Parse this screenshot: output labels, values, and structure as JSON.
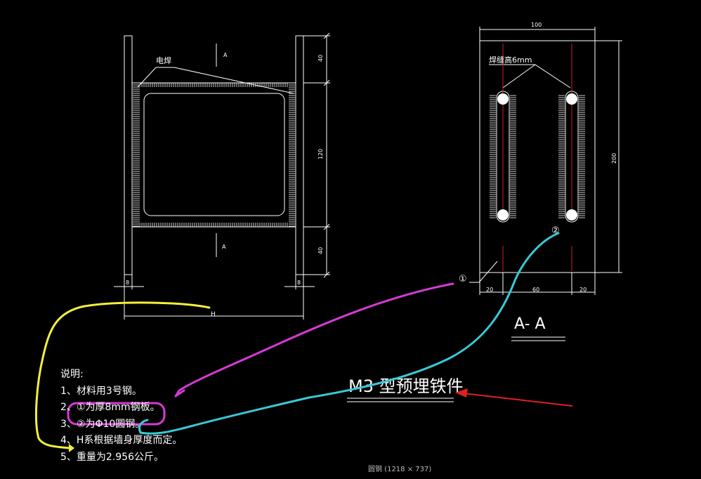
{
  "front_view": {
    "weld_label": "电焊",
    "section_mark_top": "A",
    "section_mark_bottom": "A",
    "dim_top": "40",
    "dim_middle": "120",
    "dim_bottom": "40",
    "dim_left_plate": "8",
    "dim_right_plate": "8",
    "dim_overall": "H"
  },
  "section_view": {
    "dim_width": "100",
    "dim_height": "200",
    "weld_note": "焊缝高6mm",
    "callout_1": "①",
    "callout_2": "②",
    "dim_left": "20",
    "dim_middle": "60",
    "dim_right": "20",
    "section_title": "A- A"
  },
  "main_title": "M3 型预埋铁件",
  "notes": {
    "heading": "说明:",
    "items": [
      "1、材料用3号钢。",
      "2、①为厚8mm钢板。",
      "3、②为Φ10圆钢。",
      "4、H系根据墙身厚度而定。",
      "5、重量为2.956公斤。"
    ]
  },
  "viewer": {
    "image_info": "圆钢 (1218 × 737)"
  },
  "colors": {
    "background": "#000000",
    "lines": "#ffffff",
    "annotation_yellow": "#f4f03a",
    "annotation_magenta": "#d63ad6",
    "annotation_cyan": "#3ac8d6",
    "arrow_red": "#e02020",
    "centerline_red": "#d02020"
  }
}
